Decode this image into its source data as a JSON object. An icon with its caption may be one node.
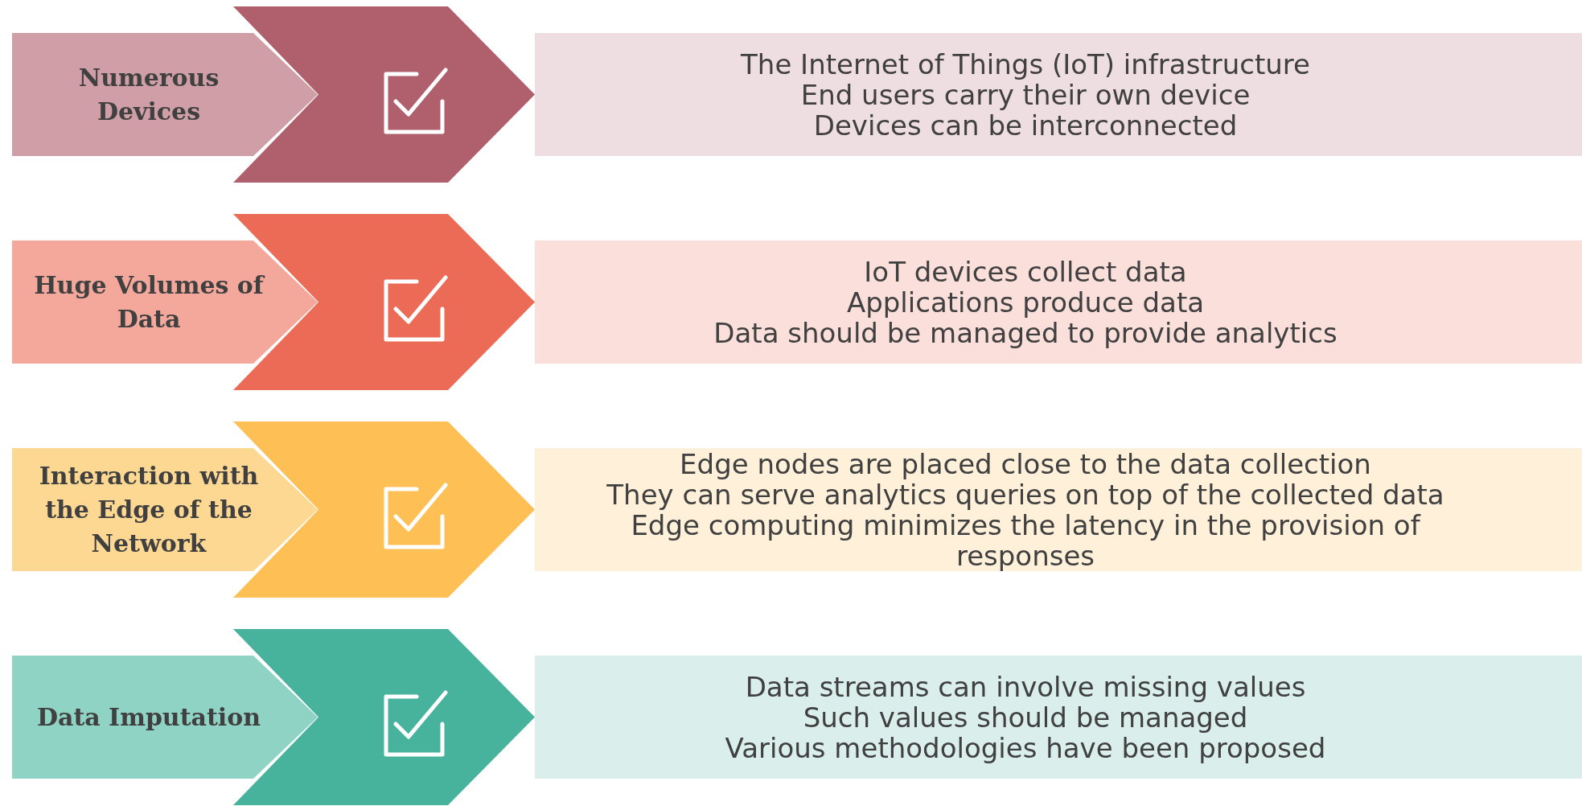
{
  "diagram": {
    "nodes": [
      {
        "text": [
          "Numerous Devices"
        ]
      },
      {
        "text": [],
        "shape": "chevron"
      },
      {
        "text": [
          "The Internet of Things (IoT) infrastructure",
          "End users carry their own device",
          "Devices can be interconnected"
        ]
      },
      {
        "text": [
          "Huge Volumes of Data"
        ]
      },
      {
        "text": [],
        "shape": "chevron"
      },
      {
        "text": [
          "IoT devices collect data",
          "Applications produce data",
          "Data should be managed to provide analytics"
        ]
      },
      {
        "text": [
          "Interaction with the Edge of the Network"
        ]
      },
      {
        "text": [],
        "shape": "chevron"
      },
      {
        "text": [
          "Edge nodes are placed close to the data collection",
          "They can serve analytics queries on top of the collected data",
          "Edge computing minimizes the latency in the provision of responses"
        ]
      },
      {
        "text": [
          "Data Imputation"
        ]
      },
      {
        "text": [],
        "shape": "chevron"
      },
      {
        "text": [
          "Data streams can involve missing values",
          "Such values should be managed",
          "Various methodologies have been proposed"
        ]
      }
    ]
  }
}
